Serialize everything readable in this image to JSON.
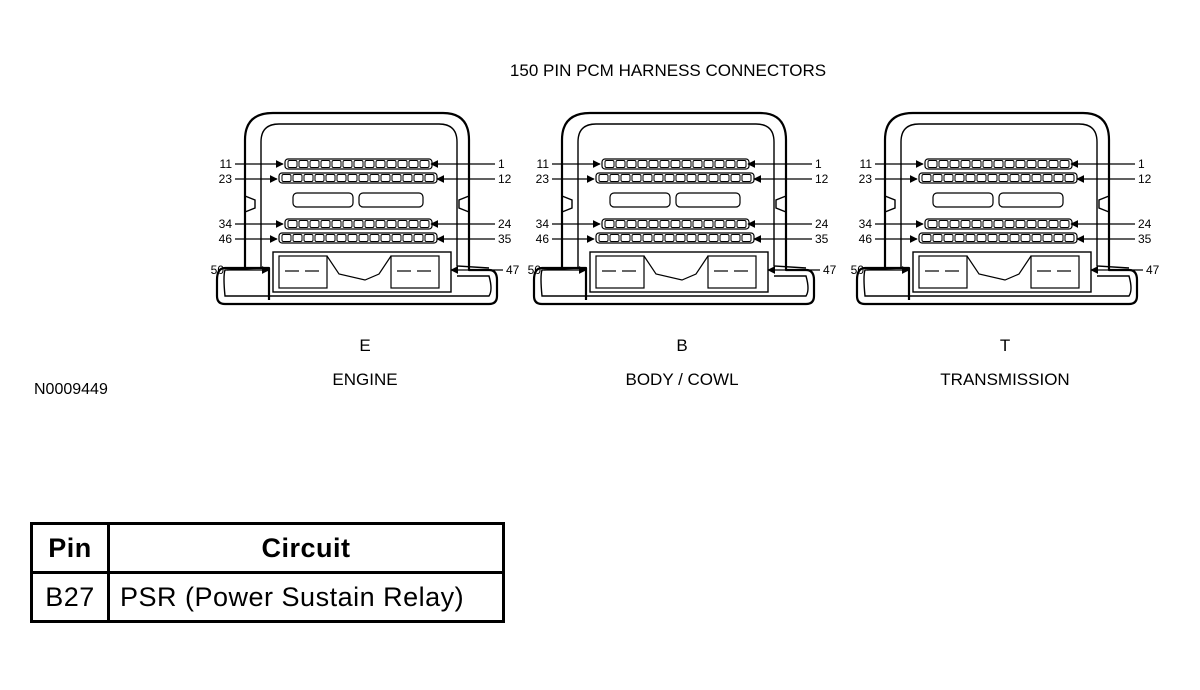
{
  "diagram": {
    "title": "150 PIN PCM HARNESS CONNECTORS",
    "figure_id": "N0009449",
    "connectors": [
      {
        "letter": "E",
        "name": "ENGINE"
      },
      {
        "letter": "B",
        "name": "BODY / COWL"
      },
      {
        "letter": "T",
        "name": "TRANSMISSION"
      }
    ],
    "pin_labels": {
      "row1_left": "11",
      "row1_right": "1",
      "row2_left": "23",
      "row2_right": "12",
      "row3_left": "34",
      "row3_right": "24",
      "row4_left": "46",
      "row4_right": "35",
      "bottom_left": "50",
      "bottom_right": "47"
    }
  },
  "table": {
    "headers": {
      "pin": "Pin",
      "circuit": "Circuit"
    },
    "rows": [
      {
        "pin": "B27",
        "circuit": "PSR (Power Sustain Relay)"
      }
    ]
  }
}
